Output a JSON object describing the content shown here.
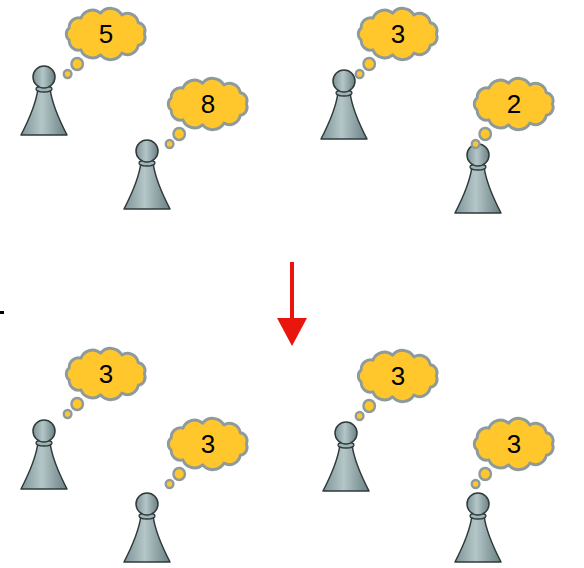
{
  "diagram": {
    "nodes": [
      {
        "text": [
          "5"
        ]
      },
      {
        "text": [
          "8"
        ]
      },
      {
        "text": [
          "3"
        ]
      },
      {
        "text": [
          "2"
        ]
      },
      {
        "text": [
          "3"
        ]
      },
      {
        "text": [
          "3"
        ]
      },
      {
        "text": [
          "3"
        ]
      },
      {
        "text": [
          "3"
        ]
      }
    ]
  }
}
